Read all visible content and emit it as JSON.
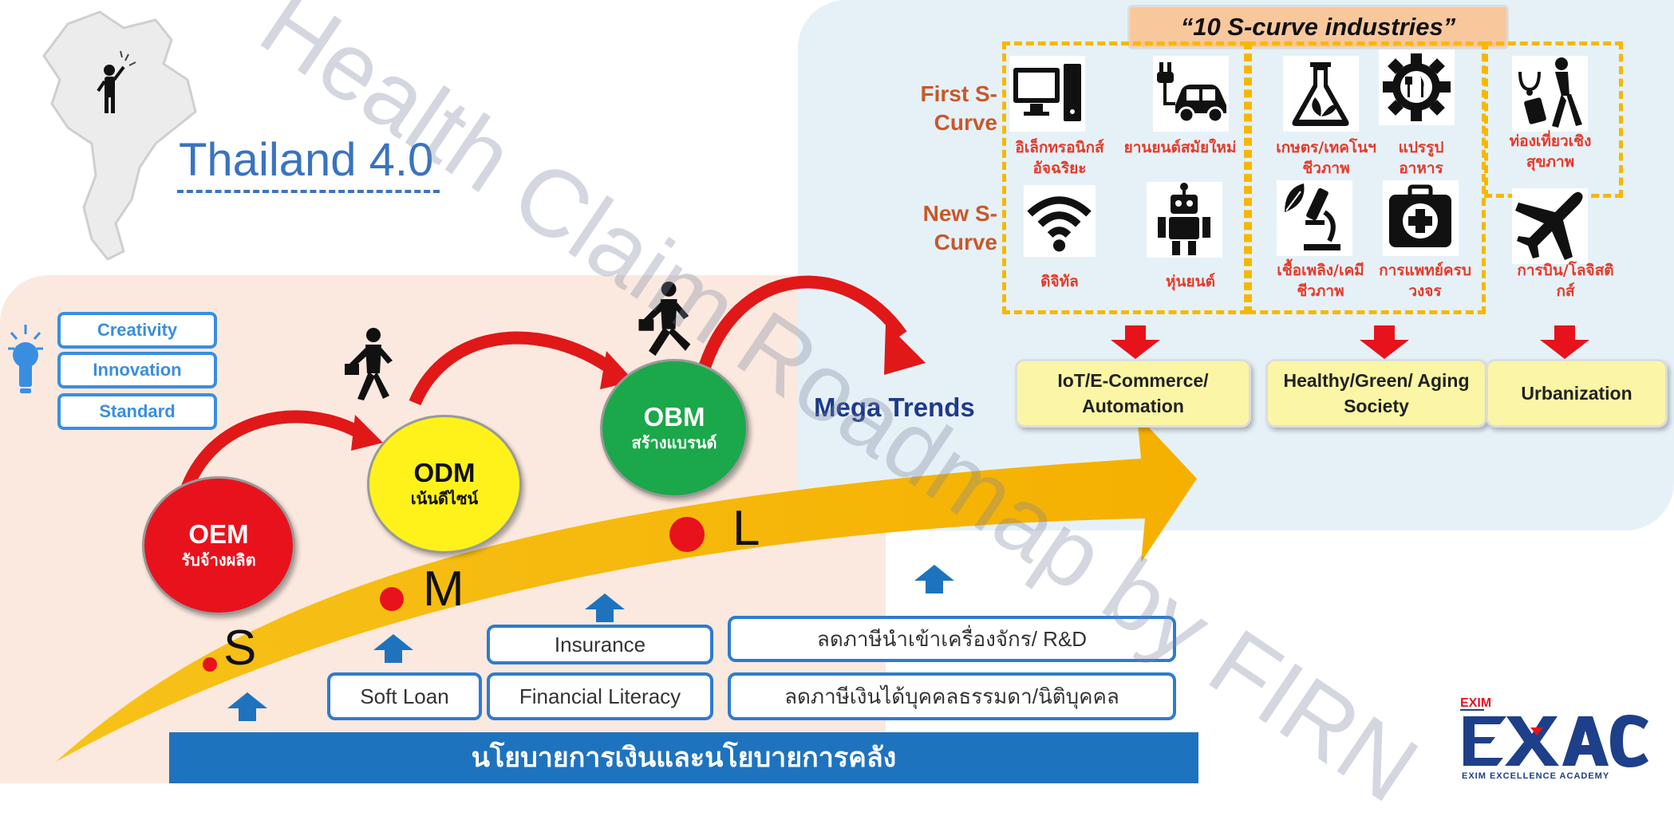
{
  "header": {
    "title": "Thailand 4.0"
  },
  "values_boxes": [
    "Creativity",
    "Innovation",
    "Standard"
  ],
  "stages": [
    {
      "code": "OEM",
      "thai": "รับจ้างผลิต",
      "color": "#e8121c",
      "text_color": "#ffffff"
    },
    {
      "code": "ODM",
      "thai": "เน้นดีไซน์",
      "color": "#fff21a",
      "text_color": "#111111"
    },
    {
      "code": "OBM",
      "thai": "สร้างแบรนด์",
      "color": "#1aa84a",
      "text_color": "#ffffff"
    }
  ],
  "size_markers": [
    "S",
    "M",
    "L"
  ],
  "mega_trends_label": "Mega Trends",
  "support_measures": {
    "soft_loan": "Soft Loan",
    "insurance": "Insurance",
    "financial_literacy": "Financial Literacy",
    "tax_machinery": "ลดภาษีนำเข้าเครื่องจักร/ R&D",
    "tax_income": "ลดภาษีเงินได้บุคคลธรรมดา/นิติบุคคล"
  },
  "policy_bar": "นโยบายการเงินและนโยบายการคลัง",
  "s_curve": {
    "title": "“10 S-curve industries”",
    "first_label": "First S-Curve",
    "new_label": "New S-Curve",
    "first_industries": [
      {
        "label": "อิเล็กทรอนิกส์อัจฉริยะ",
        "icon": "computer-icon"
      },
      {
        "label": "ยานยนต์สมัยใหม่",
        "icon": "electric-car-icon"
      },
      {
        "label": "เกษตร/เทคโนฯชีวภาพ",
        "icon": "flask-leaf-icon"
      },
      {
        "label": "แปรรูปอาหาร",
        "icon": "food-gear-icon"
      },
      {
        "label": "ท่องเที่ยวเชิงสุขภาพ",
        "icon": "traveler-icon"
      }
    ],
    "new_industries": [
      {
        "label": "ดิจิทัล",
        "icon": "wifi-icon"
      },
      {
        "label": "หุ่นยนต์",
        "icon": "robot-icon"
      },
      {
        "label": "เชื้อเพลิง/เคมีชีวภาพ",
        "icon": "microscope-leaf-icon"
      },
      {
        "label": "การแพทย์ครบวงจร",
        "icon": "medical-kit-icon"
      },
      {
        "label": "การบิน/โลจิสติกส์",
        "icon": "airplane-icon"
      }
    ]
  },
  "trends": [
    {
      "label": "IoT/E-Commerce/ Automation"
    },
    {
      "label": "Healthy/Green/ Aging Society"
    },
    {
      "label": "Urbanization"
    }
  ],
  "watermark": "Health Claim Roadmap by FIRN",
  "logo": {
    "small": "EXIM",
    "main": "EXAC",
    "tagline": "EXIM EXCELLENCE ACADEMY"
  },
  "colors": {
    "accent_blue": "#1e73be",
    "arrow_yellow": "#f5b800",
    "red": "#e8121c",
    "s_curve_label": "#c8582a"
  }
}
